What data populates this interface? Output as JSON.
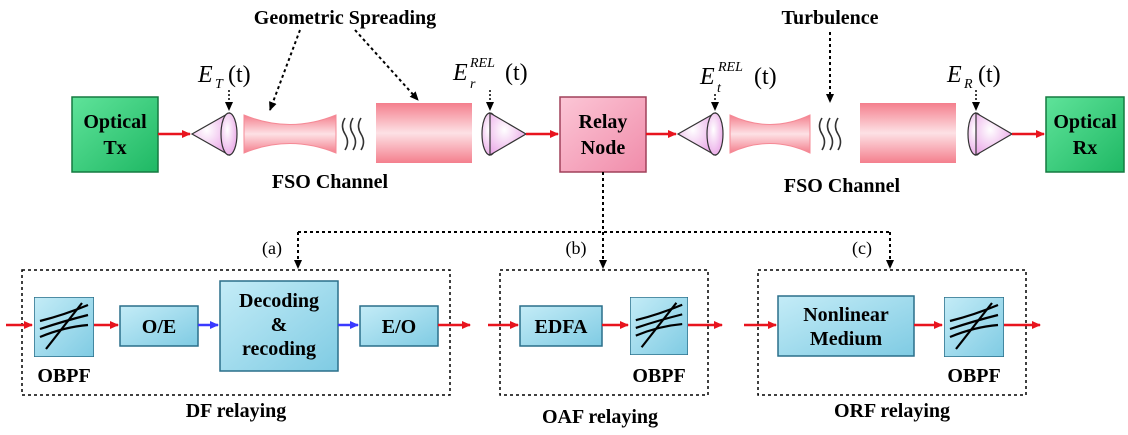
{
  "top": {
    "geometric_spreading": "Geometric Spreading",
    "turbulence": "Turbulence",
    "optical_tx": [
      "Optical",
      "Tx"
    ],
    "optical_rx": [
      "Optical",
      "Rx"
    ],
    "relay_node": [
      "Relay",
      "Node"
    ],
    "fso_channel_1": "FSO Channel",
    "fso_channel_2": "FSO Channel",
    "signals": {
      "et": {
        "base": "E",
        "sub": "T",
        "sup": "",
        "arg": "(t)"
      },
      "er_rel": {
        "base": "E",
        "sub": "r",
        "sup": "REL",
        "arg": "(t)"
      },
      "et_rel": {
        "base": "E",
        "sub": "t",
        "sup": "REL",
        "arg": "(t)"
      },
      "er": {
        "base": "E",
        "sub": "R",
        "sup": "",
        "arg": "(t)"
      }
    }
  },
  "branches": {
    "a": "(a)",
    "b": "(b)",
    "c": "(c)"
  },
  "df": {
    "obpf": "OBPF",
    "oe": "O/E",
    "decoding": [
      "Decoding",
      "&",
      "recoding"
    ],
    "eo": "E/O",
    "caption": "DF relaying"
  },
  "oaf": {
    "edfa": "EDFA",
    "obpf": "OBPF",
    "caption": "OAF relaying"
  },
  "orf": {
    "medium": [
      "Nonlinear",
      "Medium"
    ],
    "obpf": "OBPF",
    "caption": "ORF relaying"
  },
  "colors": {
    "green_box": "#33cc77",
    "pink_box": "#f6a9c0",
    "blue_box": "#9ed9ec",
    "red_arrow": "#e8141e",
    "blue_arrow": "#3a3aff",
    "beam": "#f58a96"
  }
}
